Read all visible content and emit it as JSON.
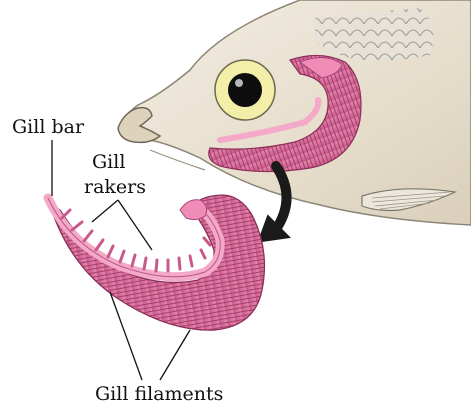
{
  "labels": {
    "gill_bar": "Gill bar",
    "gill_rakers_line1": "Gill",
    "gill_rakers_line2": "rakers",
    "gill_filaments": "Gill filaments"
  },
  "colors": {
    "fish_skin": "#ebe4d6",
    "gill_pink": "#d46c98",
    "gill_bar_pink": "#f4a9c8",
    "eye_ring": "#f3efa8",
    "arrow": "#1a1a1a"
  }
}
